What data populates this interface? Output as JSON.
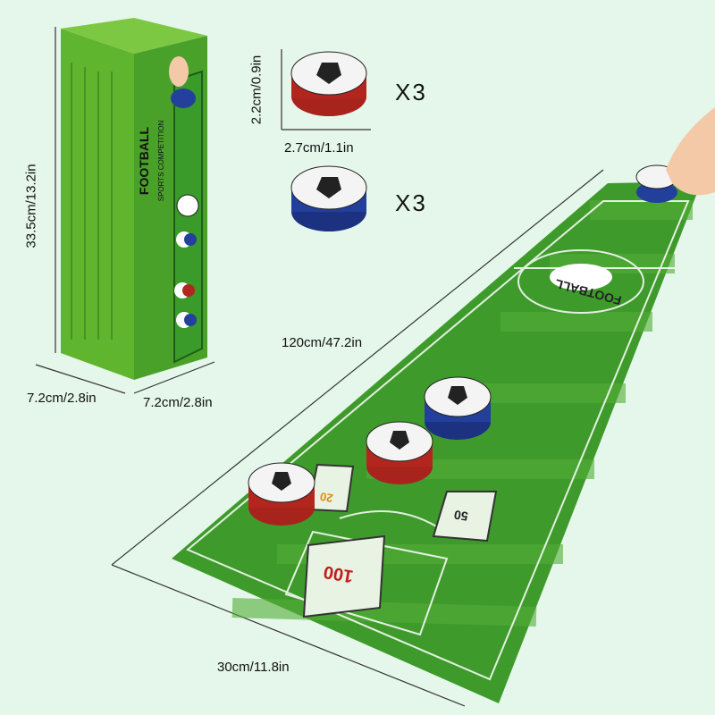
{
  "dimensions": {
    "box_height": "33.5cm/13.2in",
    "box_depth": "7.2cm/2.8in",
    "box_width": "7.2cm/2.8in",
    "puck_height": "2.2cm/0.9in",
    "puck_diameter": "2.7cm/1.1in",
    "mat_length": "120cm/47.2in",
    "mat_width": "30cm/11.8in"
  },
  "pucks": {
    "red_count": "X3",
    "blue_count": "X3",
    "red_color": "#b3261e",
    "blue_color": "#233f9c"
  },
  "box": {
    "title": "FOOTBALL",
    "subtitle": "SPORTS COMPETITION"
  },
  "mat": {
    "logo": "FOOTBALL",
    "scores": [
      "100",
      "50",
      "20"
    ],
    "field_color": "#3f9a2c"
  }
}
